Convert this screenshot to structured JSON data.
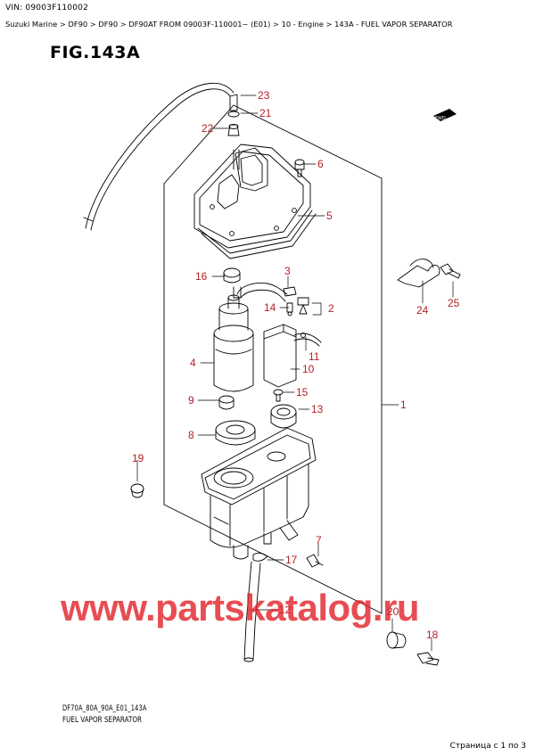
{
  "header": {
    "vin": "VIN: 09003F110002",
    "breadcrumb": [
      "Suzuki Marine",
      " > DF90",
      " > DF90",
      " > DF90AT FROM 09003F-110001~ (E01)",
      " > 10 - Engine",
      " > 143A - FUEL VAPOR SEPARATOR"
    ]
  },
  "figure": {
    "title": "FIG.143A",
    "code": "DF70A_80A_90A_E01_143A",
    "caption": "FUEL VAPOR SEPARATOR",
    "direction_label": "FWD"
  },
  "callouts": [
    {
      "id": "23",
      "label": "23"
    },
    {
      "id": "21",
      "label": "21"
    },
    {
      "id": "22",
      "label": "22"
    },
    {
      "id": "6",
      "label": "6"
    },
    {
      "id": "5",
      "label": "5"
    },
    {
      "id": "16",
      "label": "16"
    },
    {
      "id": "3",
      "label": "3"
    },
    {
      "id": "14",
      "label": "14"
    },
    {
      "id": "2",
      "label": "2"
    },
    {
      "id": "24",
      "label": "24"
    },
    {
      "id": "25",
      "label": "25"
    },
    {
      "id": "11",
      "label": "11"
    },
    {
      "id": "4",
      "label": "4"
    },
    {
      "id": "10",
      "label": "10"
    },
    {
      "id": "15",
      "label": "15"
    },
    {
      "id": "9",
      "label": "9"
    },
    {
      "id": "13",
      "label": "13"
    },
    {
      "id": "1",
      "label": "1"
    },
    {
      "id": "8",
      "label": "8"
    },
    {
      "id": "19",
      "label": "19"
    },
    {
      "id": "7",
      "label": "7"
    },
    {
      "id": "17",
      "label": "17"
    },
    {
      "id": "12",
      "label": "12"
    },
    {
      "id": "20",
      "label": "20"
    },
    {
      "id": "18",
      "label": "18"
    }
  ],
  "watermark": "www.partskatalog.ru",
  "footer": {
    "page_info": "Страница с 1 по 3"
  },
  "colors": {
    "callout": "#b32026",
    "watermark": "#e2262c",
    "line": "#000000"
  }
}
